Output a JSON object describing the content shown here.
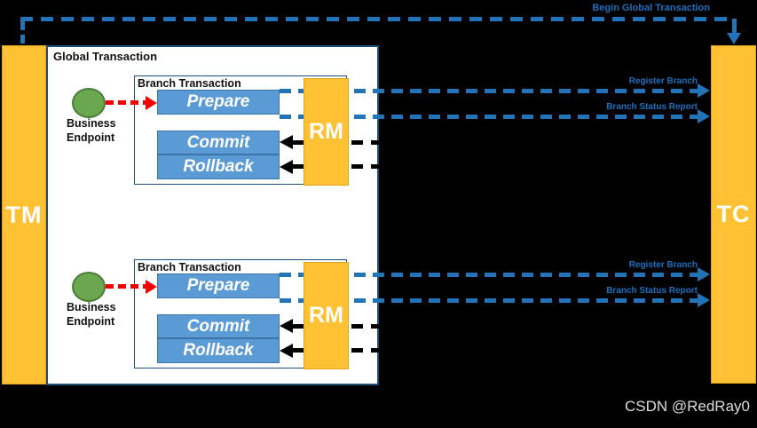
{
  "header": {
    "begin_label": "Begin Global Transaction"
  },
  "tm_label": "TM",
  "tc_label": "TC",
  "global_box": {
    "title": "Global Transaction"
  },
  "branches": [
    {
      "title": "Branch Transaction",
      "endpoint_line1": "Business",
      "endpoint_line2": "Endpoint",
      "prepare_label": "Prepare",
      "commit_label": "Commit",
      "rollback_label": "Rollback",
      "rm_label": "RM",
      "register_label": "Register Branch",
      "status_label": "Branch Status Report"
    },
    {
      "title": "Branch Transaction",
      "endpoint_line1": "Business",
      "endpoint_line2": "Endpoint",
      "prepare_label": "Prepare",
      "commit_label": "Commit",
      "rollback_label": "Rollback",
      "rm_label": "RM",
      "register_label": "Register Branch",
      "status_label": "Branch Status Report"
    }
  ],
  "watermark": "CSDN @RedRay0",
  "colors": {
    "background": "#000000",
    "actor_orange": "#FDC133",
    "box_blue": "#5B9BD5",
    "line_blue": "#2273B8",
    "border_navy": "#1F4E79",
    "arrow_red": "#F40000",
    "endpoint_green": "#69A84F",
    "white": "#FFFFFF"
  }
}
